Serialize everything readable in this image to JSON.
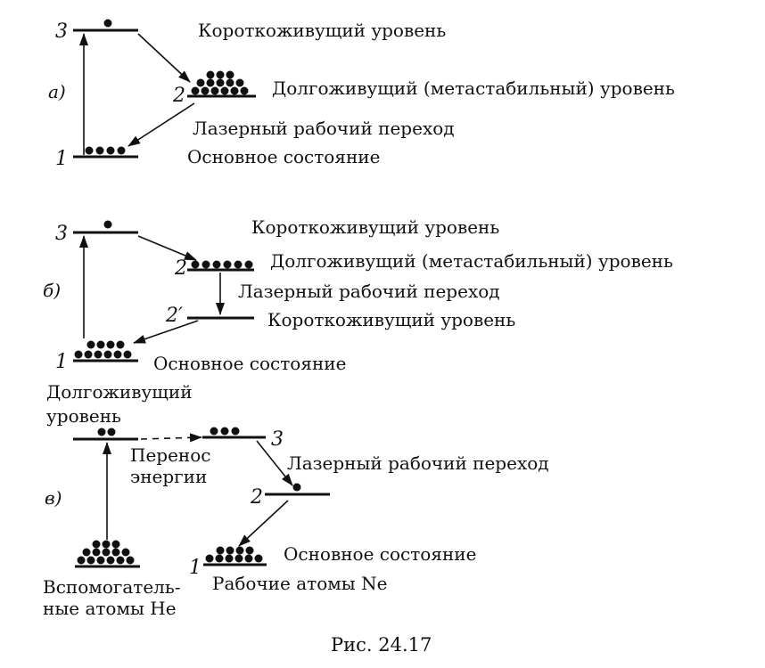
{
  "figure": {
    "caption": "Рис. 24.17",
    "panel_a": {
      "part_label": "а)",
      "levels": {
        "three": "3",
        "two": "2",
        "one": "1"
      },
      "texts": {
        "short_lived_level": "Короткоживущий уровень",
        "long_lived_level": "Долгоживущий (метастабильный) уровень",
        "laser_transition": "Лазерный рабочий переход",
        "ground_state": "Основное состояние"
      }
    },
    "panel_b": {
      "part_label": "б)",
      "levels": {
        "three": "3",
        "two": "2",
        "two_prime": "2′",
        "one": "1"
      },
      "texts": {
        "short_lived_level": "Короткоживущий уровень",
        "long_lived_level": "Долгоживущий (метастабильный) уровень",
        "laser_transition": "Лазерный рабочий переход",
        "short_lived_level_2": "Короткоживущий уровень",
        "ground_state": "Основное состояние"
      }
    },
    "panel_c": {
      "part_label": "в)",
      "levels": {
        "three": "3",
        "two": "2",
        "one": "1"
      },
      "texts": {
        "long_lived_line1": "Долгоживущий",
        "long_lived_line2": "уровень",
        "energy_transfer_line1": "Перенос",
        "energy_transfer_line2": "энергии",
        "laser_transition": "Лазерный рабочий переход",
        "ground_state": "Основное состояние",
        "helium_line1": "Вспомогатель-",
        "helium_line2": "ные атомы He",
        "neon": "Рабочие атомы Ne"
      }
    }
  }
}
